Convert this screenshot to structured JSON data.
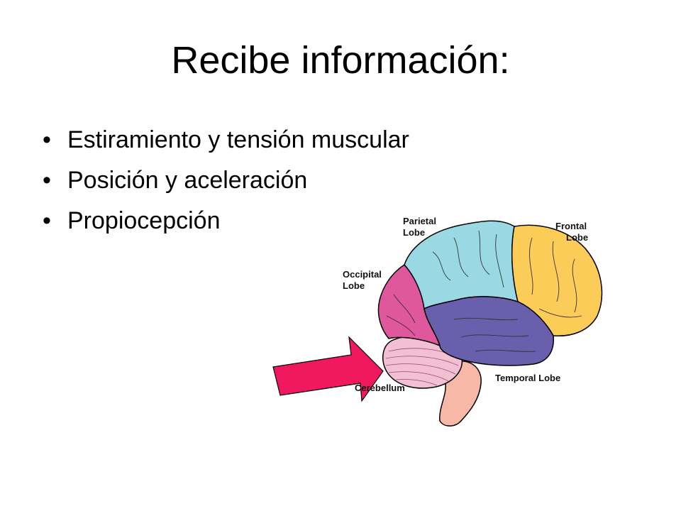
{
  "slide": {
    "title": "Recibe información:",
    "bullet_char": "•",
    "bullets": [
      "Estiramiento y tensión muscular",
      "Posición y aceleración",
      "Propiocepción"
    ]
  },
  "diagram": {
    "labels": {
      "parietal_1": "Parietal",
      "parietal_2": "Lobe",
      "frontal_1": "Frontal",
      "frontal_2": "Lobe",
      "occipital_1": "Occipital",
      "occipital_2": "Lobe",
      "temporal": "Temporal Lobe",
      "cerebellum": "Cerebellum"
    },
    "colors": {
      "parietal": "#9ad9e4",
      "frontal": "#fbcc57",
      "occipital": "#df579c",
      "temporal": "#6a5fac",
      "cerebellum": "#f3bfd2",
      "brainstem": "#f7b8a8",
      "arrow": "#f0185f"
    }
  }
}
